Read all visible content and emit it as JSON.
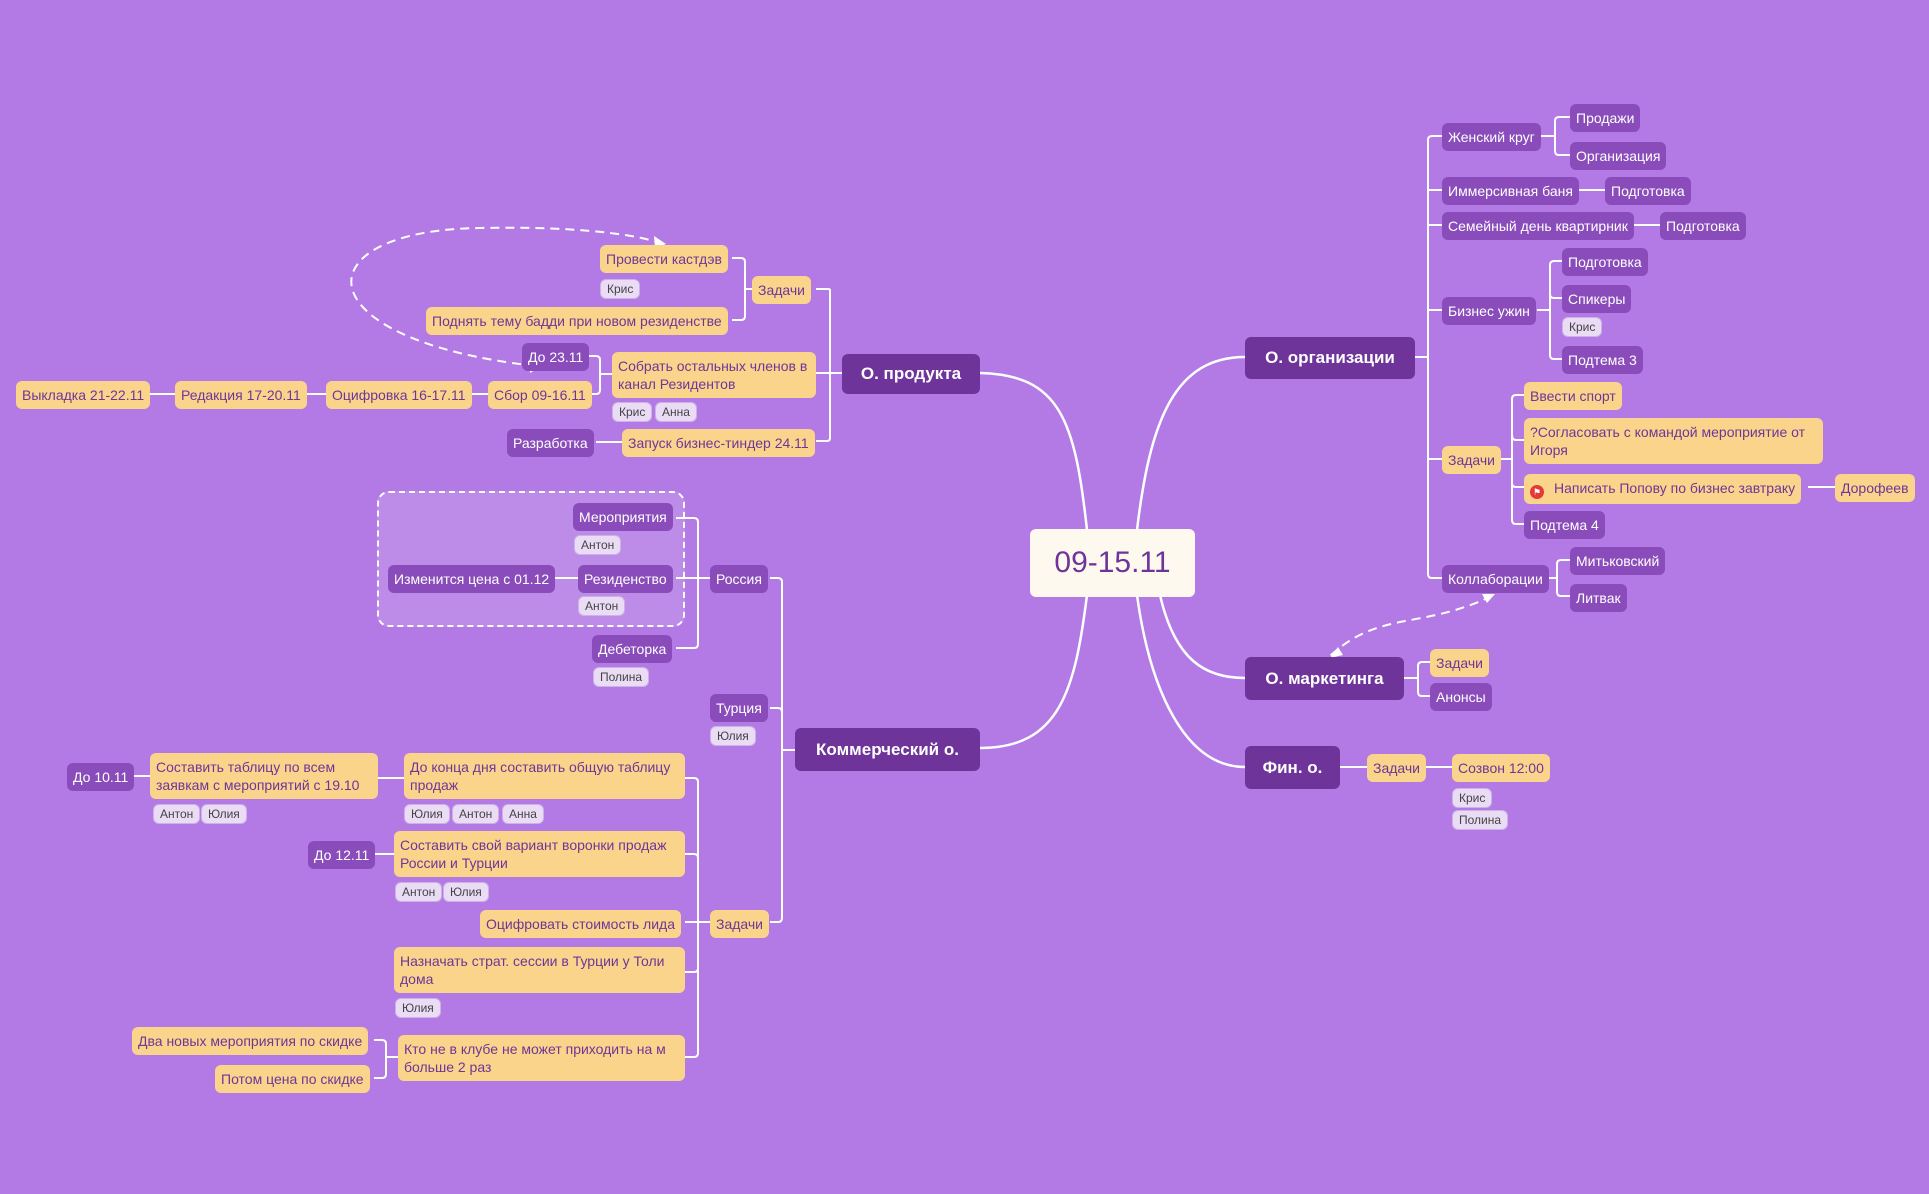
{
  "root": {
    "label": "09-15.11"
  },
  "colors": {
    "background": "#b37ae6",
    "task_yellow": "#fad48b",
    "topic_purple": "#8a4cba",
    "main_purple": "#6f349a",
    "root_bg": "#fdf9ee",
    "tag_bg": "#e9dcf4",
    "flag_red": "#e53935"
  },
  "product": {
    "label": "О. продукта",
    "tasks_label": "Задачи",
    "task1": "Провести кастдэв",
    "task1_tag": "Крис",
    "task2": "Поднять тему бадди при новом резиденстве",
    "collect": "Собрать остальных членов в канал Резидентов",
    "collect_tags": [
      "Крис",
      "Анна"
    ],
    "deadline": "До 23.11",
    "pipeline": [
      "Сбор 09-16.11",
      "Оцифровка 16-17.11",
      "Редакция 17-20.11",
      "Выкладка 21-22.11"
    ],
    "launch": "Запуск бизнес-тиндер 24.11",
    "launch_child": "Разработка"
  },
  "commercial": {
    "label": "Коммерческий о.",
    "russia": {
      "label": "Россия",
      "events": "Мероприятия",
      "events_tag": "Антон",
      "residency": "Резиденство",
      "residency_tag": "Антон",
      "price_change": "Изменится цена с 01.12",
      "debetorka": "Дебеторка",
      "debetorka_tag": "Полина"
    },
    "turkey": {
      "label": "Турция",
      "tag": "Юлия"
    },
    "tasks": {
      "label": "Задачи",
      "t1": "До конца дня составить общую таблицу продаж",
      "t1_tags": [
        "Юлия",
        "Антон",
        "Анна"
      ],
      "t1_child": "Составить таблицу по всем заявкам с мероприятий с 19.10",
      "t1_child_tags": [
        "Антон",
        "Юлия"
      ],
      "t1_deadline": "До 10.11",
      "t2": "Составить свой вариант воронки продаж России и Турции",
      "t2_tags": [
        "Антон",
        "Юлия"
      ],
      "t2_deadline": "До 12.11",
      "t3": "Оцифровать стоимость лида",
      "t4": "Назначать страт. сессии в Турции у Толи дома",
      "t4_tag": "Юлия",
      "t5": "Кто не в клубе не может приходить на м больше 2 раз",
      "t5_c1": "Два новых мероприятия по скидке",
      "t5_c2": "Потом цена по скидке"
    }
  },
  "organization": {
    "label": "О. организации",
    "womens_circle": "Женский круг",
    "wc_sales": "Продажи",
    "wc_org": "Организация",
    "bath": "Иммерсивная баня",
    "bath_prep": "Подготовка",
    "family": "Семейный день квартирник",
    "family_prep": "Подготовка",
    "dinner": "Бизнес ужин",
    "dinner_prep": "Подготовка",
    "dinner_speakers": "Спикеры",
    "dinner_speakers_tag": "Крис",
    "dinner_sub3": "Подтема 3",
    "tasks_label": "Задачи",
    "task_sport": "Ввести спорт",
    "task_agree": "?Согласовать с командой мероприятие от Игоря",
    "task_popov": "Написать Попову по бизнес завтраку",
    "task_popov_child": "Дорофеев",
    "task_sub4": "Подтема 4",
    "collab": "Коллаборации",
    "collab_1": "Митьковский",
    "collab_2": "Литвак"
  },
  "marketing": {
    "label": "О. маркетинга",
    "tasks": "Задачи",
    "announces": "Анонсы"
  },
  "finance": {
    "label": "Фин. о.",
    "tasks": "Задачи",
    "call": "Созвон 12:00",
    "call_tags": [
      "Крис",
      "Полина"
    ]
  }
}
